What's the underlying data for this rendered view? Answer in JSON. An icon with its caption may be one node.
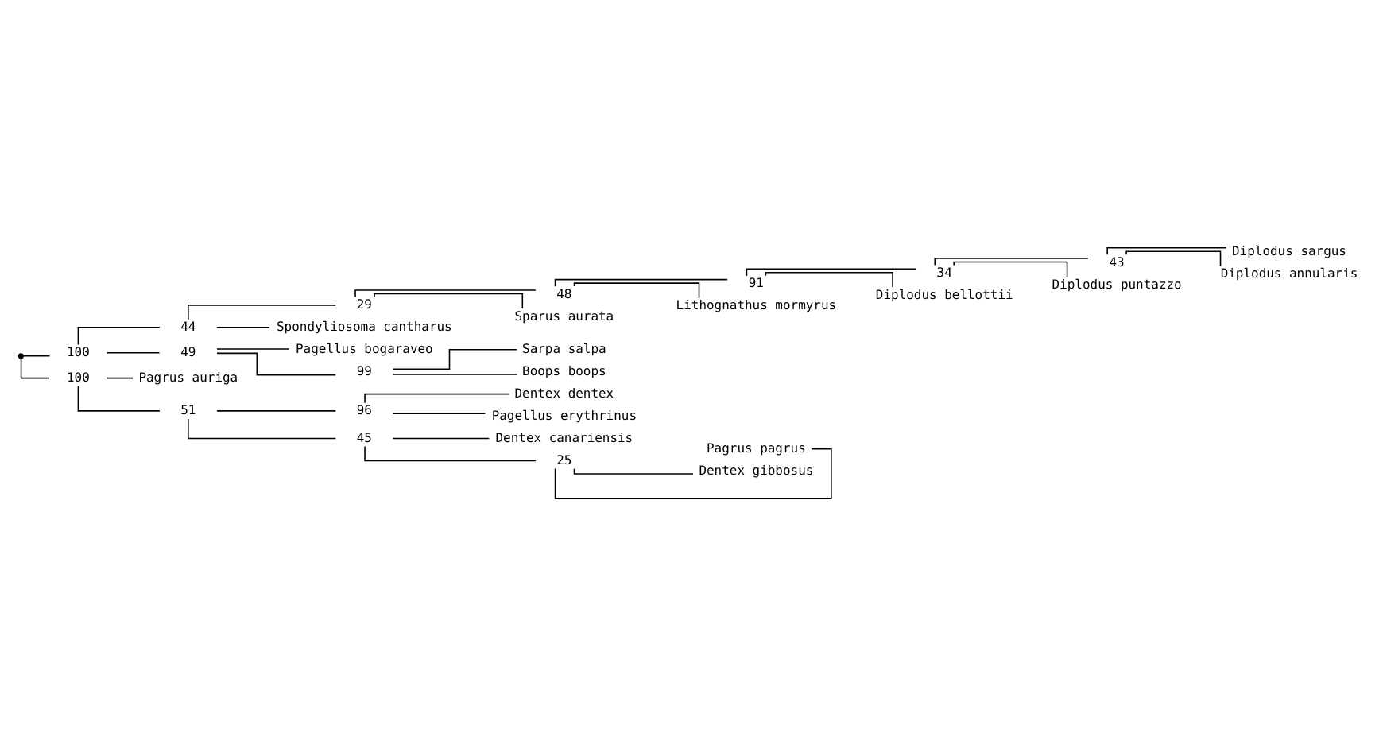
{
  "diagram": {
    "nodes": [
      {
        "text": [],
        "shape": "point"
      },
      {
        "text": [
          "100"
        ]
      },
      {
        "text": [
          "44"
        ]
      },
      {
        "text": [
          "29"
        ]
      },
      {
        "text": [
          "48"
        ]
      },
      {
        "text": [
          "91"
        ]
      },
      {
        "text": [
          "34"
        ]
      },
      {
        "text": [
          "43"
        ]
      },
      {
        "text": [
          "Diplodus sargus"
        ]
      },
      {
        "text": [
          "Diplodus annularis"
        ]
      },
      {
        "text": [
          "Diplodus puntazzo"
        ]
      },
      {
        "text": [
          "Diplodus bellottii"
        ]
      },
      {
        "text": [
          "Lithognathus mormyrus"
        ]
      },
      {
        "text": [
          "Sparus aurata"
        ]
      },
      {
        "text": [
          "Spondyliosoma cantharus"
        ]
      },
      {
        "text": [
          "49"
        ]
      },
      {
        "text": [
          "Pagellus bogaraveo"
        ]
      },
      {
        "text": [
          "99"
        ]
      },
      {
        "text": [
          "Sarpa salpa"
        ]
      },
      {
        "text": [
          "Boops boops"
        ]
      },
      {
        "text": [
          "100"
        ]
      },
      {
        "text": [
          "Pagrus auriga"
        ]
      },
      {
        "text": [
          "51"
        ]
      },
      {
        "text": [
          "96"
        ]
      },
      {
        "text": [
          "Dentex dentex"
        ]
      },
      {
        "text": [
          "Pagellus erythrinus"
        ]
      },
      {
        "text": [
          "45"
        ]
      },
      {
        "text": [
          "Dentex canariensis"
        ]
      },
      {
        "text": [
          "25"
        ]
      },
      {
        "text": [
          "Pagrus pagrus"
        ]
      },
      {
        "text": [
          "Dentex gibbosus"
        ]
      }
    ],
    "edges": [
      {
        "from": 0,
        "to": 1,
        "arrow": "none"
      },
      {
        "from": 1,
        "to": 2,
        "arrow": "none"
      },
      {
        "from": 2,
        "to": 3,
        "arrow": "none"
      },
      {
        "from": 3,
        "to": 4,
        "arrow": "none"
      },
      {
        "from": 4,
        "to": 5,
        "arrow": "none"
      },
      {
        "from": 5,
        "to": 6,
        "arrow": "none"
      },
      {
        "from": 6,
        "to": 7,
        "arrow": "none"
      },
      {
        "from": 7,
        "to": 8,
        "arrow": "none"
      },
      {
        "from": 7,
        "to": 9,
        "arrow": "none"
      },
      {
        "from": 6,
        "to": 10,
        "arrow": "none"
      },
      {
        "from": 5,
        "to": 11,
        "arrow": "none"
      },
      {
        "from": 4,
        "to": 12,
        "arrow": "none"
      },
      {
        "from": 3,
        "to": 13,
        "arrow": "none"
      },
      {
        "from": 2,
        "to": 14,
        "arrow": "none"
      },
      {
        "from": 1,
        "to": 15,
        "arrow": "none"
      },
      {
        "from": 15,
        "to": 16,
        "arrow": "none"
      },
      {
        "from": 15,
        "to": 17,
        "arrow": "none"
      },
      {
        "from": 17,
        "to": 18,
        "arrow": "none"
      },
      {
        "from": 17,
        "to": 19,
        "arrow": "none"
      },
      {
        "from": 0,
        "to": 20,
        "arrow": "none"
      },
      {
        "from": 20,
        "to": 21,
        "arrow": "none"
      },
      {
        "from": 20,
        "to": 22,
        "arrow": "none"
      },
      {
        "from": 22,
        "to": 23,
        "arrow": "none"
      },
      {
        "from": 23,
        "to": 24,
        "arrow": "none"
      },
      {
        "from": 23,
        "to": 25,
        "arrow": "none"
      },
      {
        "from": 22,
        "to": 26,
        "arrow": "none"
      },
      {
        "from": 26,
        "to": 27,
        "arrow": "none"
      },
      {
        "from": 26,
        "to": 28,
        "arrow": "none"
      },
      {
        "from": 28,
        "to": 29,
        "arrow": "none"
      },
      {
        "from": 28,
        "to": 30,
        "arrow": "none"
      }
    ]
  }
}
